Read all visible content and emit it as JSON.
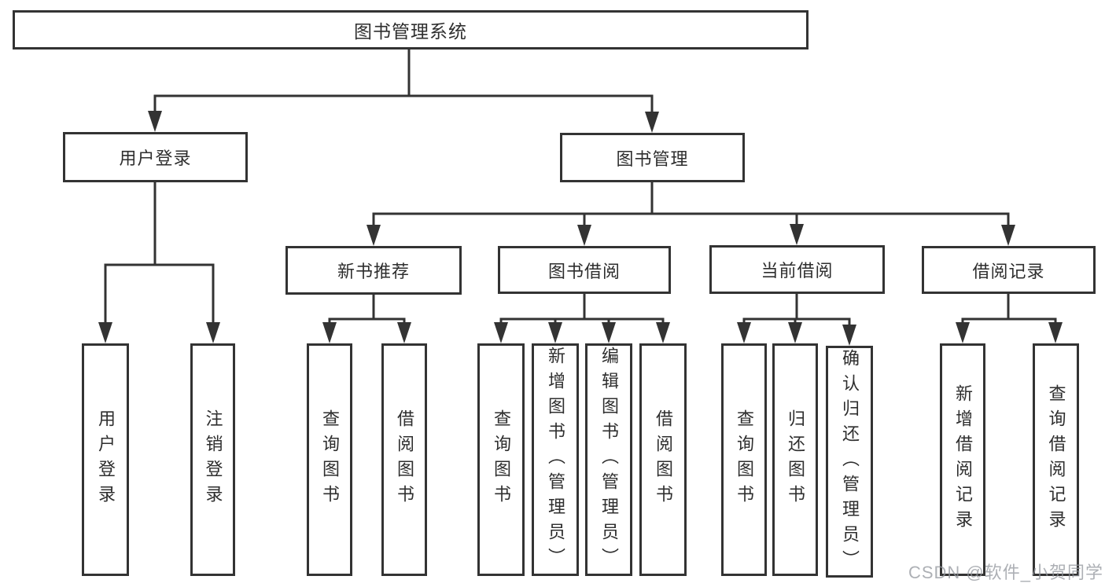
{
  "diagram": {
    "title_node": "图书管理系统",
    "level2": {
      "user_login": "用户登录",
      "book_mgmt": "图书管理"
    },
    "level3": {
      "new_book_rec": "新书推荐",
      "book_borrow": "图书借阅",
      "current_borrow": "当前借阅",
      "borrow_records": "借阅记录"
    },
    "leaves": {
      "user_login": "用户登录",
      "logout": "注销登录",
      "nb_query_book": "查询图书",
      "nb_borrow_book": "借阅图书",
      "bb_query_book": "查询图书",
      "bb_add_book": "新增图书（管理员）",
      "bb_edit_book": "编辑图书（管理员）",
      "bb_borrow_book": "借阅图书",
      "cb_query_book": "查询图书",
      "cb_return_book": "归还图书",
      "cb_confirm_return": "确认归还（管理员）",
      "br_add_record": "新增借阅记录",
      "br_query_record": "查询借阅记录"
    },
    "line_color": "#333333"
  },
  "watermark": {
    "text": "CSDN @软件_小贺同学"
  }
}
